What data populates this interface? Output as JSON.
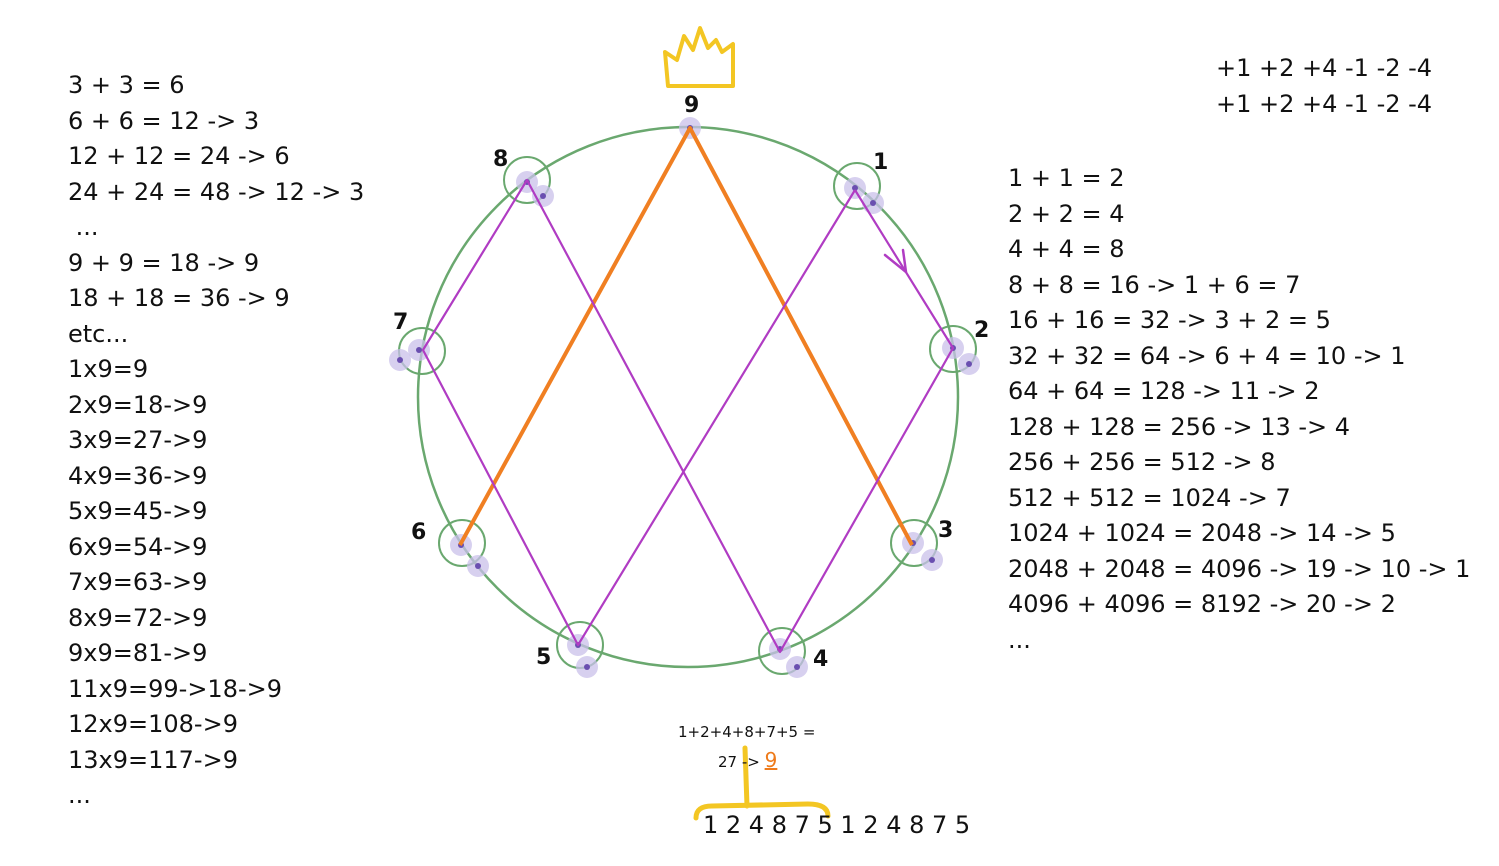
{
  "left_notes": [
    "3 + 3 = 6",
    "6 + 6 = 12 -> 3",
    "12 + 12 = 24 -> 6",
    "24 + 24 = 48 -> 12 -> 3",
    " ...",
    "9 + 9 = 18 -> 9",
    "18 + 18 = 36 -> 9",
    "etc...",
    "1x9=9",
    "2x9=18->9",
    "3x9=27->9",
    "4x9=36->9",
    "5x9=45->9",
    "6x9=54->9",
    "7x9=63->9",
    "8x9=72->9",
    "9x9=81->9",
    "11x9=99->18->9",
    "12x9=108->9",
    "13x9=117->9",
    "..."
  ],
  "right_notes": [
    "1 + 1 = 2",
    "2 + 2 = 4",
    "4 + 4 = 8",
    "8 + 8 = 16 -> 1 + 6 = 7",
    "16 + 16 = 32 -> 3 + 2 = 5",
    "32 + 32 = 64 -> 6 + 4 = 10 -> 1",
    "64 + 64 = 128 -> 11 -> 2",
    "128 + 128 = 256 -> 13 -> 4",
    "256 + 256 = 512 -> 8",
    "512 + 512 = 1024 -> 7",
    "1024 + 1024 = 2048 -> 14 -> 5",
    "2048 + 2048 = 4096 -> 19 -> 10 -> 1",
    "4096 + 4096 = 8192 -> 20 -> 2",
    "..."
  ],
  "top_right_notes": [
    "+1 +2 +4 -1 -2 -4",
    "+1 +2 +4 -1 -2 -4"
  ],
  "circle_labels": [
    "9",
    "1",
    "2",
    "3",
    "4",
    "5",
    "6",
    "7",
    "8"
  ],
  "sum_line1": "1+2+4+8+7+5 =",
  "sum_line2_prefix": "27 -> ",
  "sum_result": "9",
  "sequence": "1 2 4 8 7 5 1 2 4 8 7 5",
  "colors": {
    "circle": "#6aa86f",
    "purple_path": "#b03cc3",
    "orange_path": "#f07f22",
    "crown": "#f3c623",
    "node_dot": "#c9c0ea"
  }
}
